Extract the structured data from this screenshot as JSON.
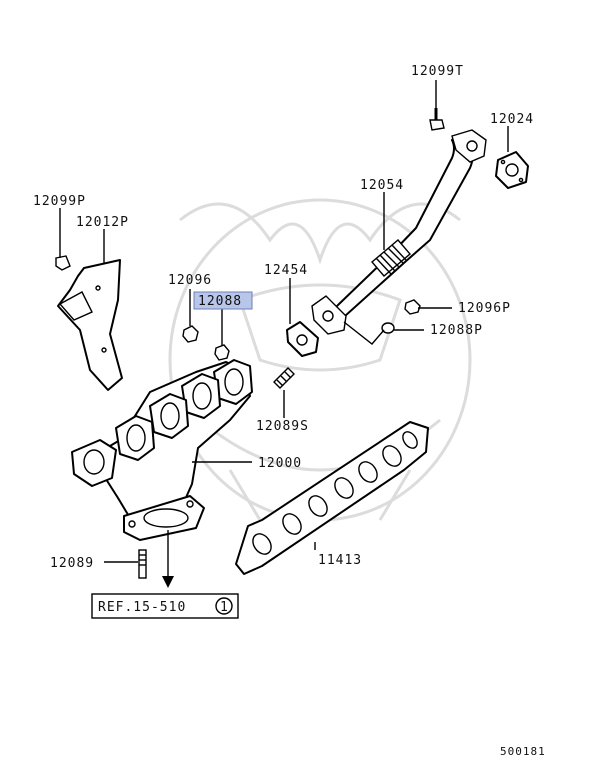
{
  "callouts": {
    "p12099T": "12099T",
    "p12024": "12024",
    "p12054": "12054",
    "p12099P": "12099P",
    "p12012P": "12012P",
    "p12454": "12454",
    "p12096": "12096",
    "p12088": "12088",
    "p12096P": "12096P",
    "p12088P": "12088P",
    "p12089S": "12089S",
    "p12000": "12000",
    "p11413": "11413",
    "p12089": "12089"
  },
  "reference": {
    "text": "REF.15-510",
    "circle_number": "1"
  },
  "diagram_number": "500181",
  "colors": {
    "highlight": "#b8c6ea",
    "line": "#000000",
    "watermark": "#dcdcdc"
  }
}
